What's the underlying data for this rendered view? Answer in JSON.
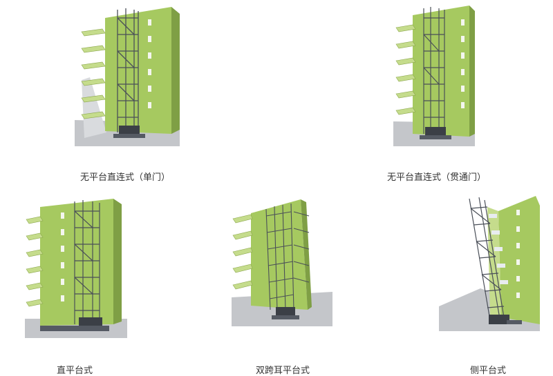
{
  "figures": [
    {
      "caption": "无平台直连式（单门）"
    },
    {
      "caption": "无平台直连式（贯通门）"
    },
    {
      "caption": "直平台式"
    },
    {
      "caption": "双跨耳平台式"
    },
    {
      "caption": "侧平台式"
    }
  ],
  "colors": {
    "wall": "#a6c960",
    "wall_dark": "#7f9f45",
    "wall_light": "#c5dc8c",
    "frame": "#4a4f58",
    "ground": "#bfc2c6",
    "window": "#f4f6ef",
    "balcony": "#b7d56b"
  }
}
